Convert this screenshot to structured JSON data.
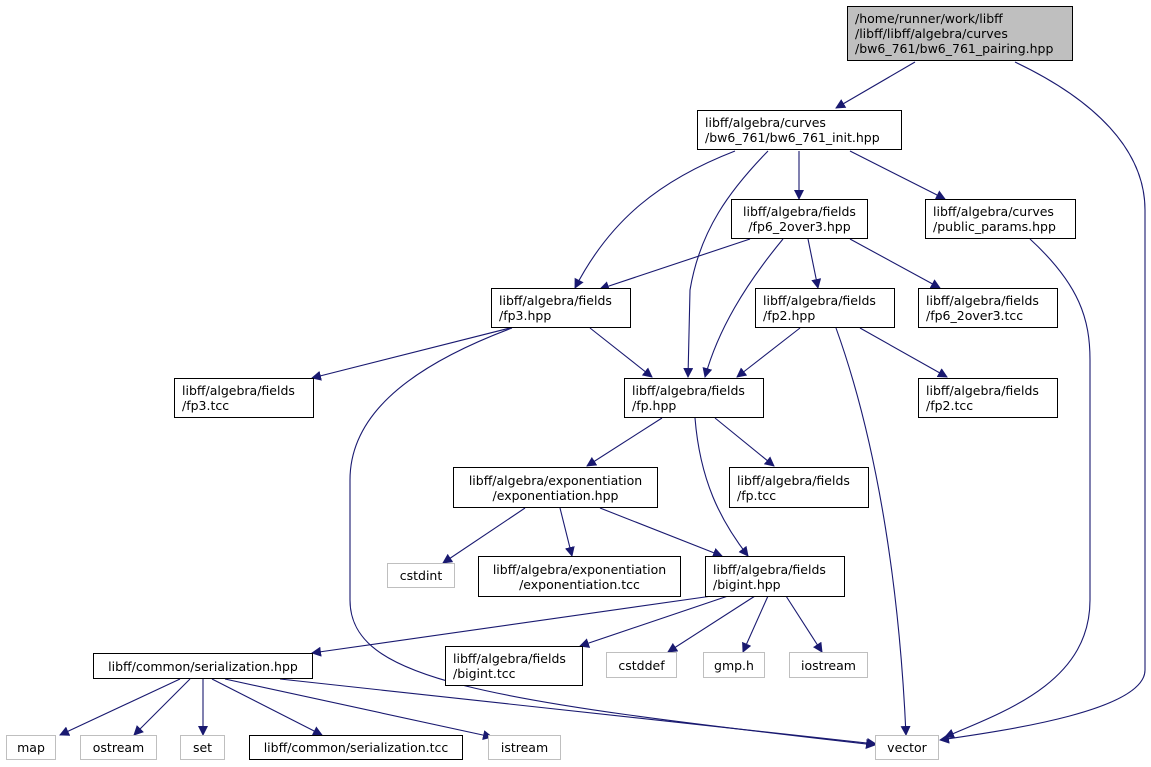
{
  "graph": {
    "colors": {
      "edge": "#191970",
      "node_border": "#000000",
      "system_border": "#bfbfbf",
      "root_fill": "#bfbfbf",
      "background": "#ffffff"
    },
    "nodes": {
      "root": [
        "/home/runner/work/libff",
        "/libff/libff/algebra/curves",
        "/bw6_761/bw6_761_pairing.hpp"
      ],
      "bw6_init": [
        "libff/algebra/curves",
        "/bw6_761/bw6_761_init.hpp"
      ],
      "fp6_hpp": [
        "libff/algebra/fields",
        "/fp6_2over3.hpp"
      ],
      "public_params": [
        "libff/algebra/curves",
        "/public_params.hpp"
      ],
      "fp3_hpp": [
        "libff/algebra/fields",
        "/fp3.hpp"
      ],
      "fp2_hpp": [
        "libff/algebra/fields",
        "/fp2.hpp"
      ],
      "fp6_tcc": [
        "libff/algebra/fields",
        "/fp6_2over3.tcc"
      ],
      "fp3_tcc": [
        "libff/algebra/fields",
        "/fp3.tcc"
      ],
      "fp_hpp": [
        "libff/algebra/fields",
        "/fp.hpp"
      ],
      "fp2_tcc": [
        "libff/algebra/fields",
        "/fp2.tcc"
      ],
      "exp_hpp": [
        "libff/algebra/exponentiation",
        "/exponentiation.hpp"
      ],
      "fp_tcc": [
        "libff/algebra/fields",
        "/fp.tcc"
      ],
      "cstdint": [
        "cstdint"
      ],
      "exp_tcc": [
        "libff/algebra/exponentiation",
        "/exponentiation.tcc"
      ],
      "bigint_hpp": [
        "libff/algebra/fields",
        "/bigint.hpp"
      ],
      "serialization_hpp": [
        "libff/common/serialization.hpp"
      ],
      "bigint_tcc": [
        "libff/algebra/fields",
        "/bigint.tcc"
      ],
      "cstddef": [
        "cstddef"
      ],
      "gmp": [
        "gmp.h"
      ],
      "iostream": [
        "iostream"
      ],
      "map": [
        "map"
      ],
      "ostream": [
        "ostream"
      ],
      "set": [
        "set"
      ],
      "serialization_tcc": [
        "libff/common/serialization.tcc"
      ],
      "istream": [
        "istream"
      ],
      "vector": [
        "vector"
      ]
    }
  }
}
